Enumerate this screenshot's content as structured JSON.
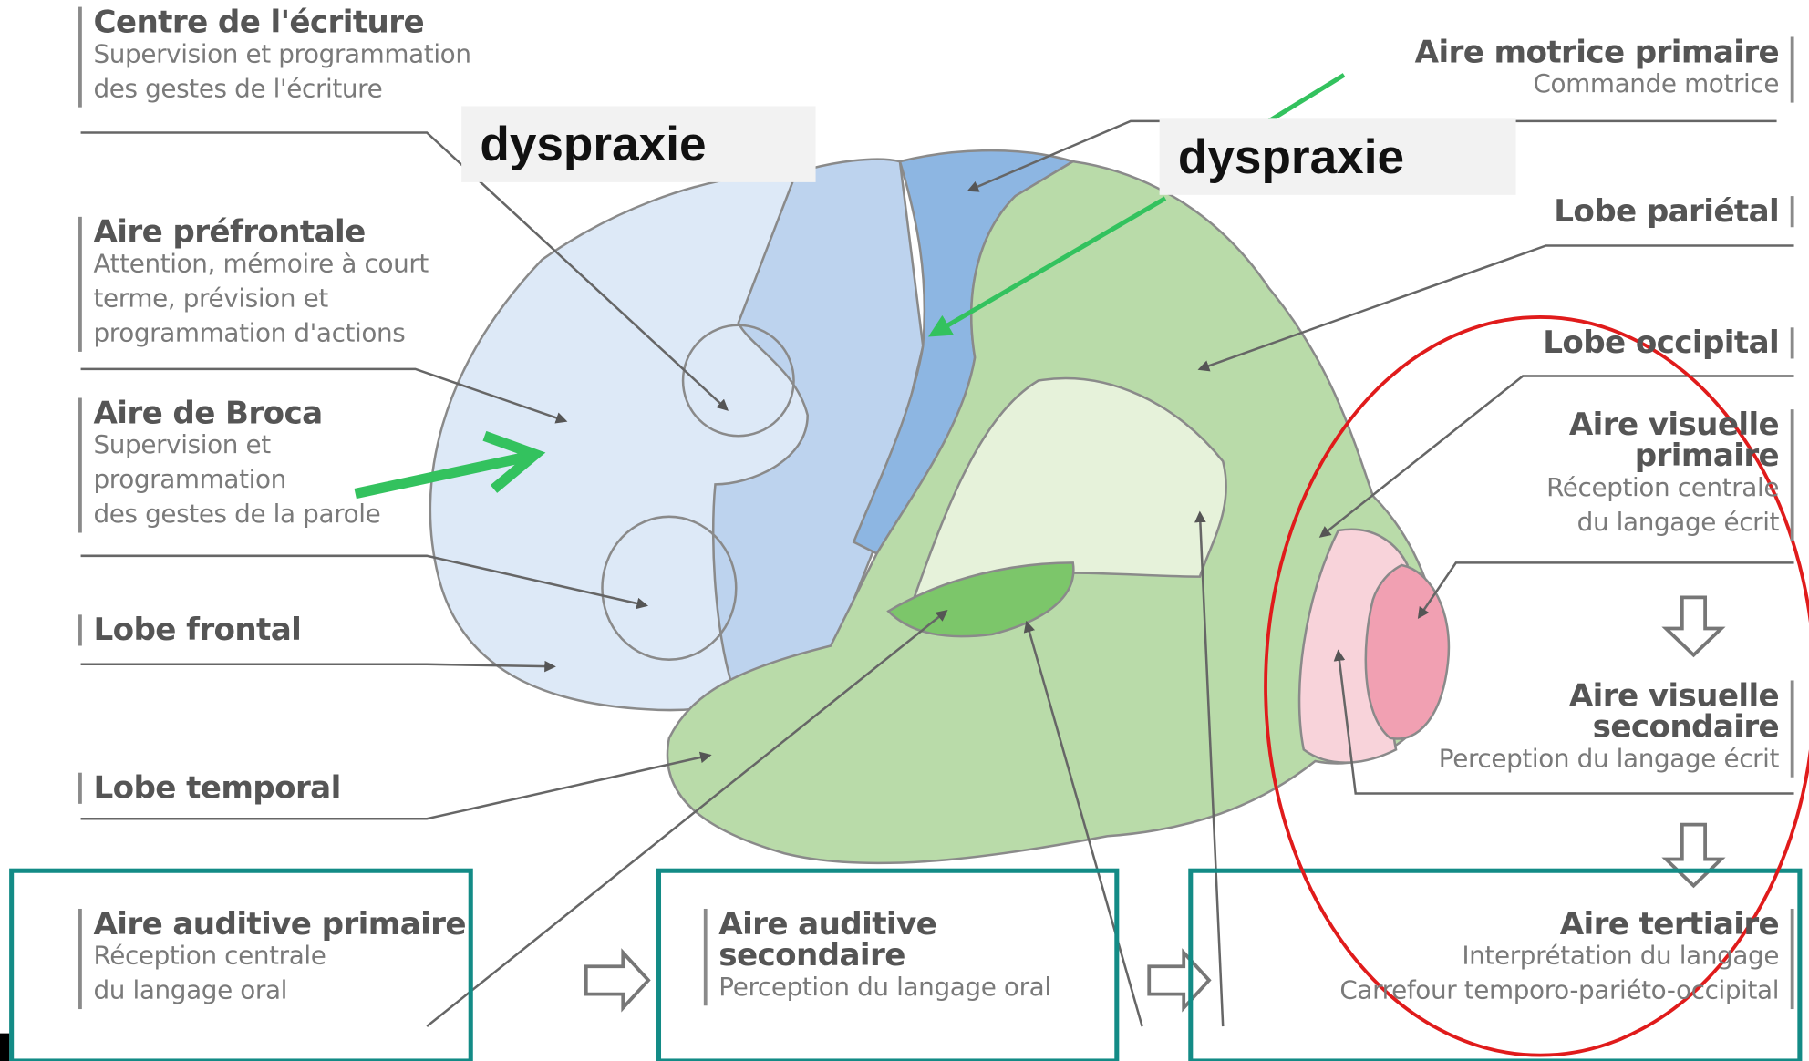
{
  "labels": {
    "ecriture": {
      "title": "Centre de l'écriture",
      "lines": [
        "Supervision et programmation",
        "des gestes de l'écriture"
      ]
    },
    "prefrontale": {
      "title": "Aire préfrontale",
      "lines": [
        "Attention, mémoire à court",
        "terme, prévision et",
        "programmation d'actions"
      ]
    },
    "broca": {
      "title": "Aire de Broca",
      "lines": [
        "Supervision et",
        "programmation",
        "des gestes de la parole"
      ]
    },
    "frontal": {
      "title": "Lobe frontal"
    },
    "temporal": {
      "title": "Lobe temporal"
    },
    "auditive_primaire": {
      "title": "Aire auditive primaire",
      "lines": [
        "Réception centrale",
        "du langage oral"
      ]
    },
    "auditive_secondaire": {
      "title_lines": [
        "Aire auditive",
        "secondaire"
      ],
      "lines": [
        "Perception du langage oral"
      ]
    },
    "motrice": {
      "title": "Aire motrice primaire",
      "lines": [
        "Commande motrice"
      ]
    },
    "parietal": {
      "title": "Lobe pariétal"
    },
    "occipital": {
      "title": "Lobe occipital"
    },
    "visuelle_primaire": {
      "title_lines": [
        "Aire visuelle",
        "primaire"
      ],
      "lines": [
        "Réception centrale",
        "du langage écrit"
      ]
    },
    "visuelle_secondaire": {
      "title_lines": [
        "Aire visuelle",
        "secondaire"
      ],
      "lines": [
        "Perception du langage écrit"
      ]
    },
    "tertiaire": {
      "title": "Aire tertiaire",
      "lines": [
        "Interprétation du langage",
        "Carrefour temporo-pariéto-occipital"
      ]
    }
  },
  "annotations": {
    "dyspraxie_1": "dyspraxie",
    "dyspraxie_2": "dyspraxie"
  },
  "colors": {
    "frontal": "#dde9f7",
    "motor": "#8db6e2",
    "premotor": "#bdd3ee",
    "parietal": "#b9dba9",
    "wernicke": "#e6f2da",
    "auditory": "#7cc66a",
    "visual_primary": "#f1a0b2",
    "visual_secondary": "#f8d3da",
    "green_arrow": "#33c25e",
    "teal_box": "#138b86",
    "red_ellipse": "#e01b1b"
  },
  "icons": [
    "flow-arrow-right-icon",
    "flow-arrow-down-icon"
  ]
}
